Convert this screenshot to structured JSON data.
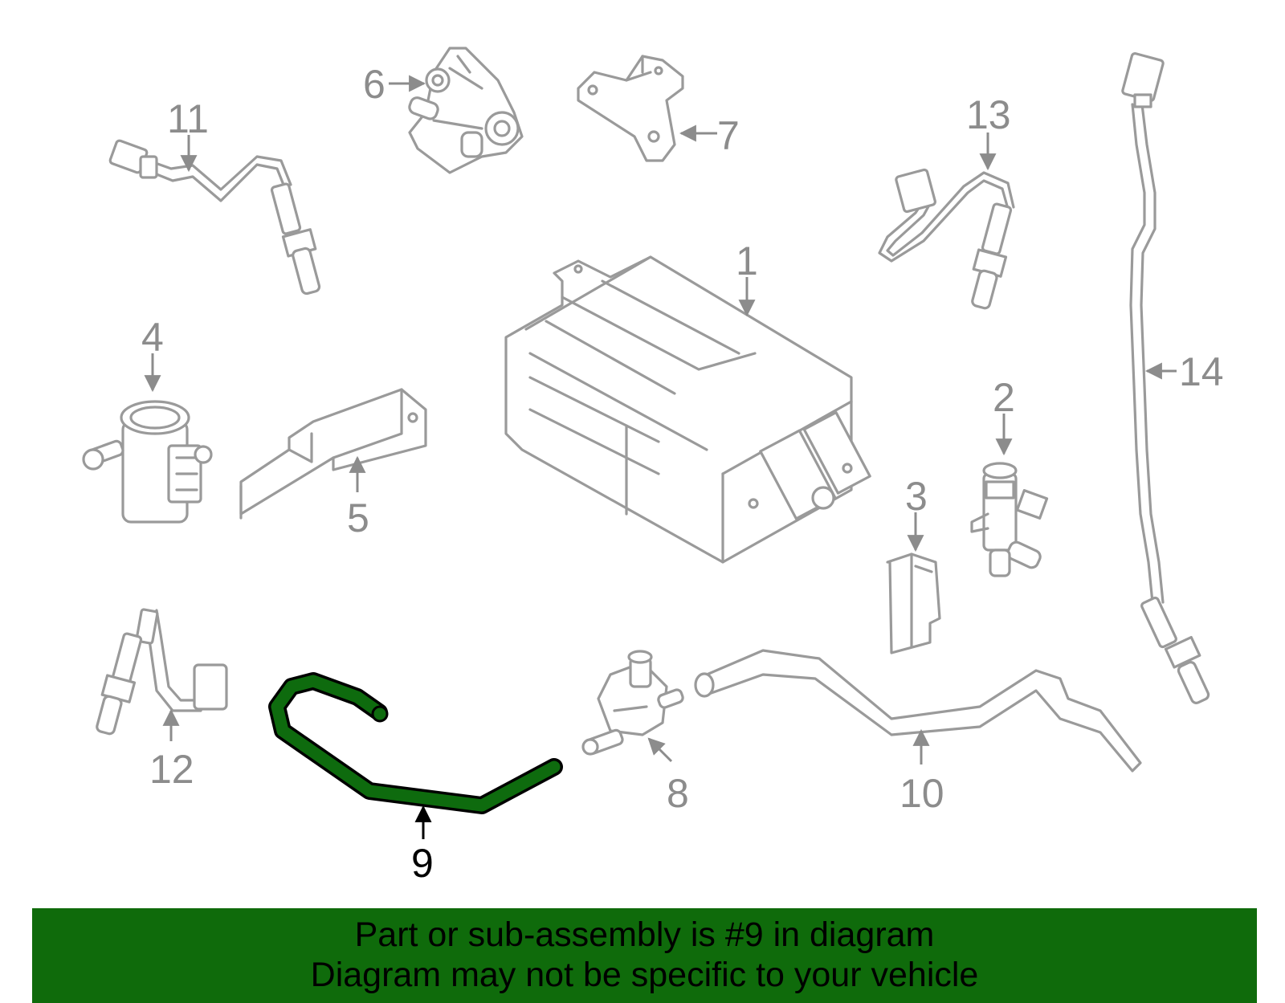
{
  "colors": {
    "part_stroke": "#9a9a9a",
    "label_gray": "#8c8c8c",
    "highlight_part": "#0e6b0e",
    "highlight_outline": "#000000",
    "banner_bg": "#0f6b0b",
    "banner_text": "#000000"
  },
  "diagram": {
    "highlighted_part": "9",
    "labels": [
      "1",
      "2",
      "3",
      "4",
      "5",
      "6",
      "7",
      "8",
      "9",
      "10",
      "11",
      "12",
      "13",
      "14"
    ]
  },
  "banner": {
    "line1": "Part or sub-assembly is #9 in diagram",
    "line2": "Diagram may not be specific to your vehicle"
  }
}
